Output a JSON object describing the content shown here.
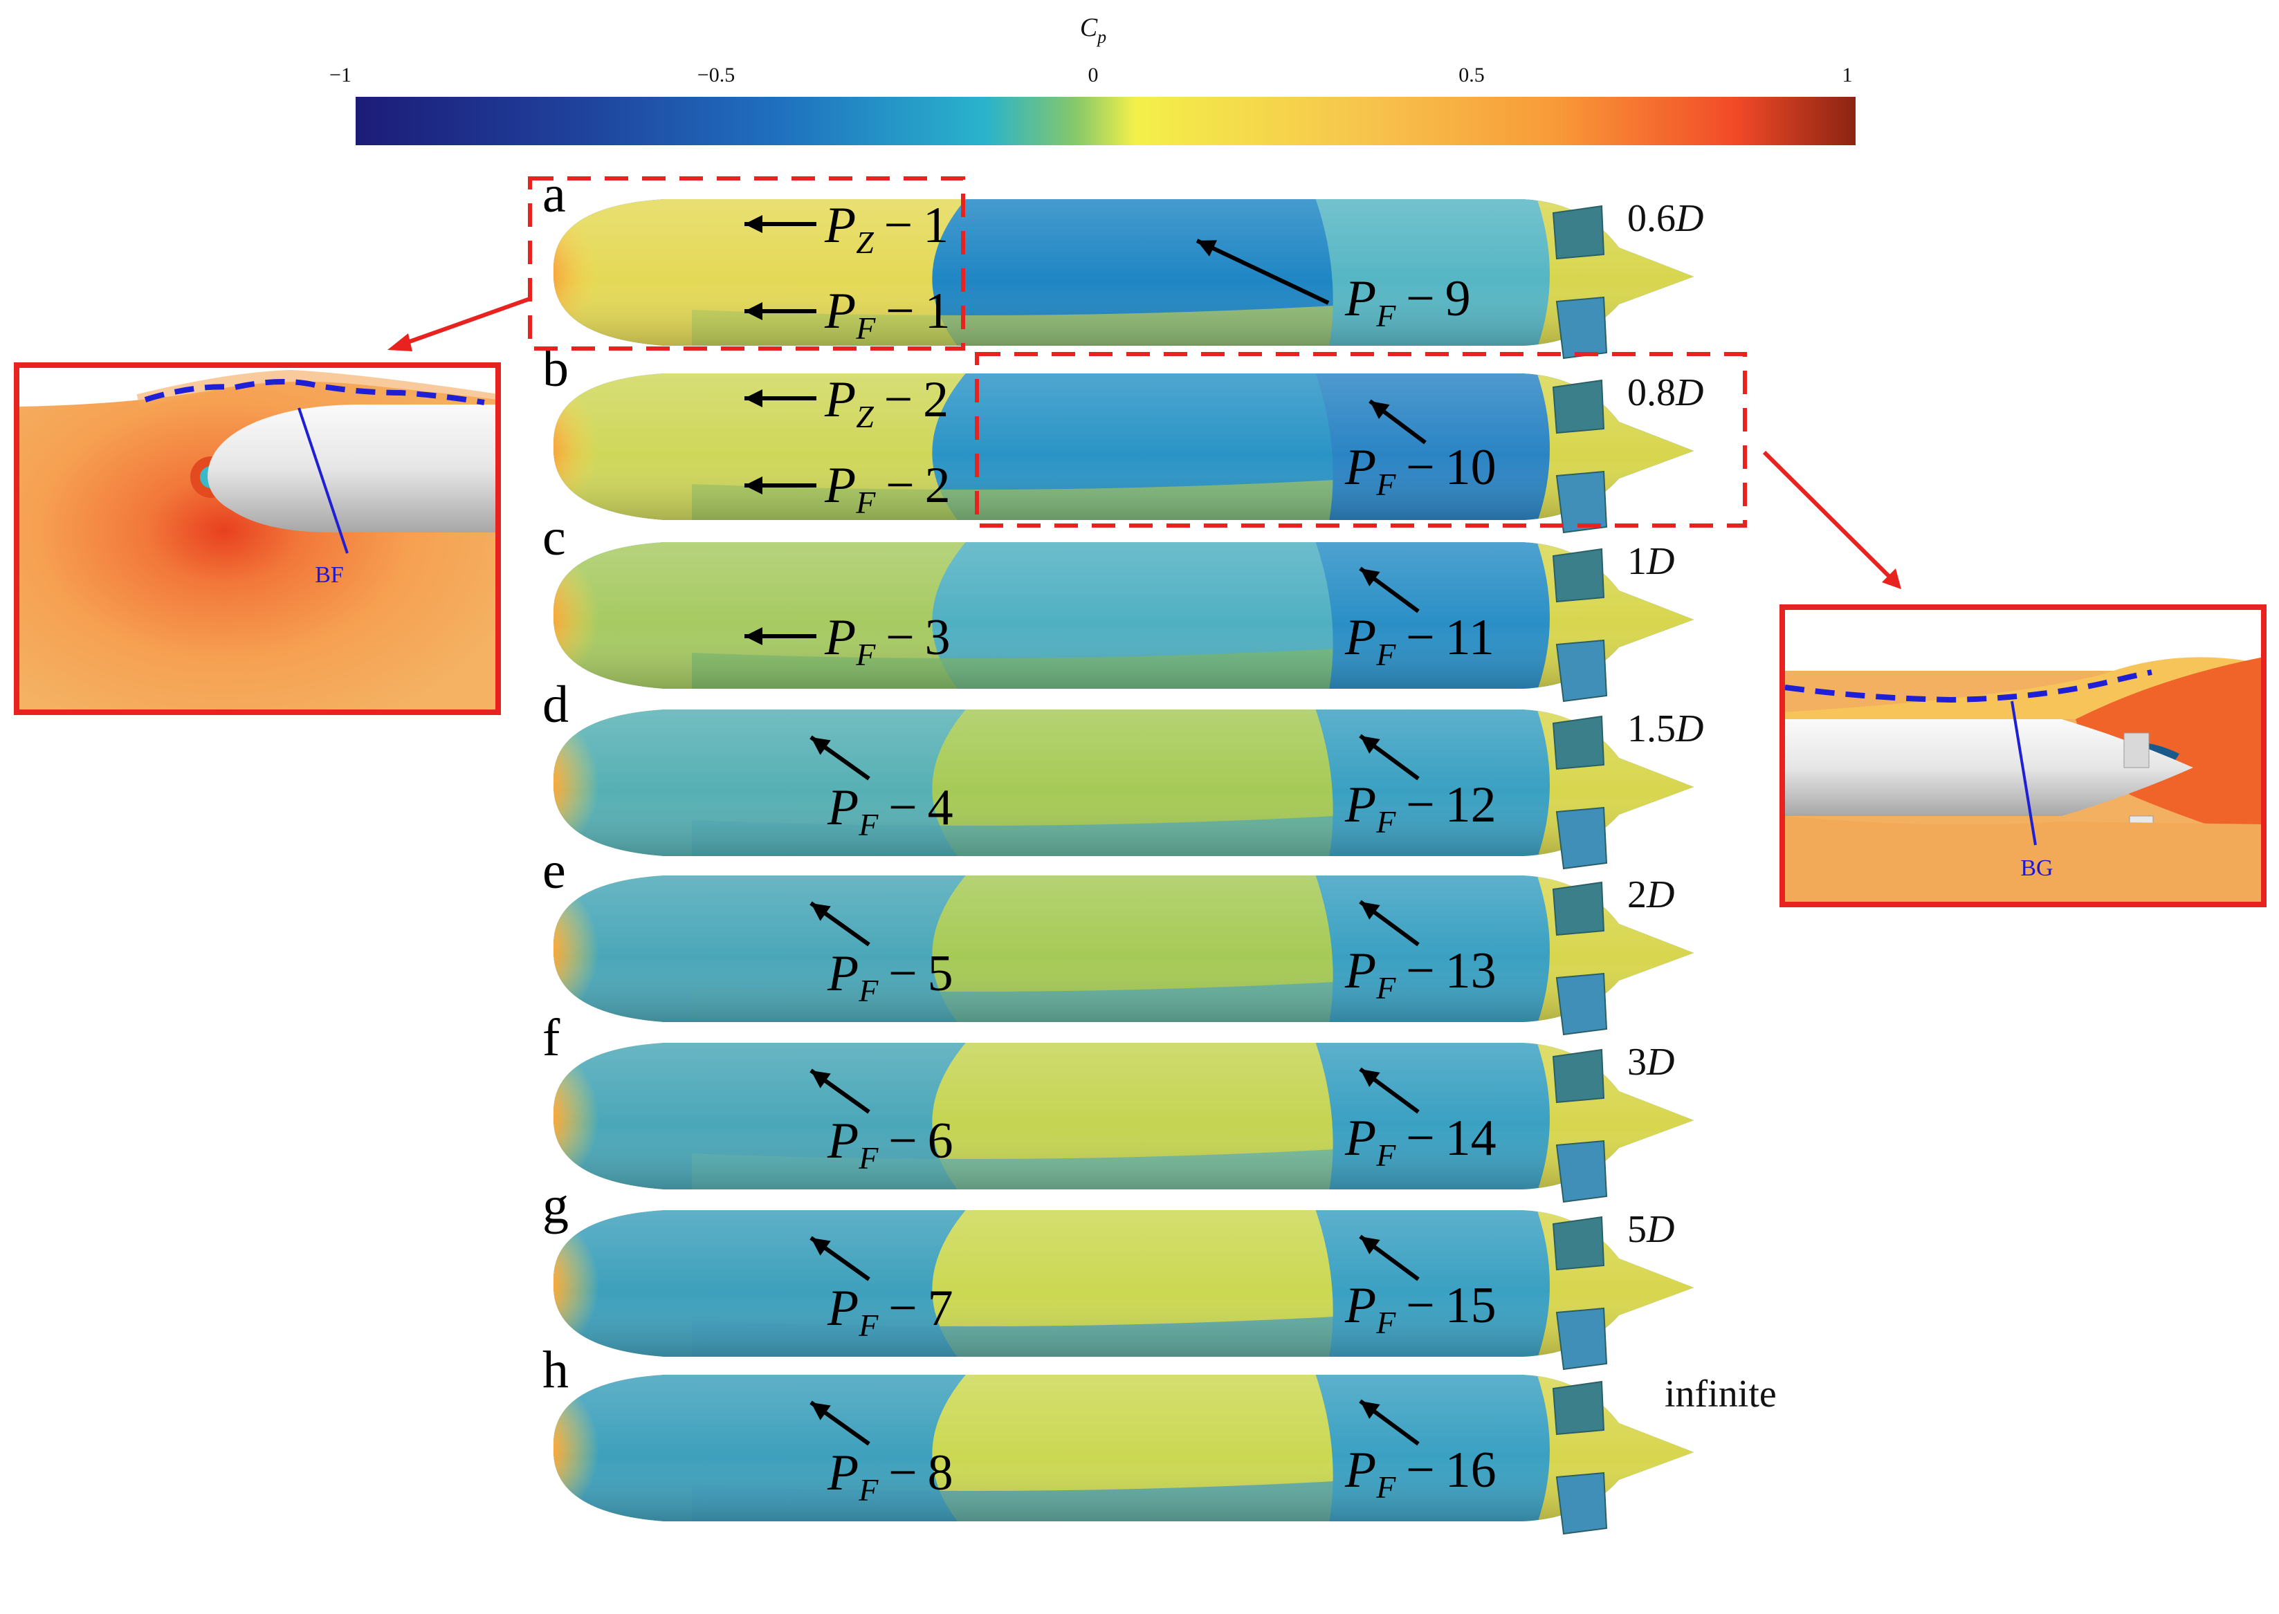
{
  "colorbar": {
    "title": "C",
    "title_sub": "p",
    "ticks": [
      "−1",
      "−0.5",
      "0",
      "0.5",
      "1"
    ],
    "range": [
      -1,
      1
    ],
    "colors": [
      "#1c1c78",
      "#1f5fb8",
      "#2aa7c9",
      "#8ccb6a",
      "#f4f04a",
      "#f7b244",
      "#f4542a",
      "#8b2412"
    ]
  },
  "panels": [
    {
      "letter": "a",
      "depth": "0.6D",
      "labels": [
        {
          "pre": "P",
          "sub": "Z",
          "num": "1"
        },
        {
          "pre": "P",
          "sub": "F",
          "num": "1"
        },
        {
          "pre": "P",
          "sub": "F",
          "num": "9"
        }
      ]
    },
    {
      "letter": "b",
      "depth": "0.8D",
      "labels": [
        {
          "pre": "P",
          "sub": "Z",
          "num": "2"
        },
        {
          "pre": "P",
          "sub": "F",
          "num": "2"
        },
        {
          "pre": "P",
          "sub": "F",
          "num": "10"
        }
      ]
    },
    {
      "letter": "c",
      "depth": "1D",
      "labels": [
        {
          "pre": "P",
          "sub": "F",
          "num": "3"
        },
        {
          "pre": "P",
          "sub": "F",
          "num": "11"
        }
      ]
    },
    {
      "letter": "d",
      "depth": "1.5D",
      "labels": [
        {
          "pre": "P",
          "sub": "F",
          "num": "4"
        },
        {
          "pre": "P",
          "sub": "F",
          "num": "12"
        }
      ]
    },
    {
      "letter": "e",
      "depth": "2D",
      "labels": [
        {
          "pre": "P",
          "sub": "F",
          "num": "5"
        },
        {
          "pre": "P",
          "sub": "F",
          "num": "13"
        }
      ]
    },
    {
      "letter": "f",
      "depth": "3D",
      "labels": [
        {
          "pre": "P",
          "sub": "F",
          "num": "6"
        },
        {
          "pre": "P",
          "sub": "F",
          "num": "14"
        }
      ]
    },
    {
      "letter": "g",
      "depth": "5D",
      "labels": [
        {
          "pre": "P",
          "sub": "F",
          "num": "7"
        },
        {
          "pre": "P",
          "sub": "F",
          "num": "15"
        }
      ]
    },
    {
      "letter": "h",
      "depth": "infinite",
      "labels": [
        {
          "pre": "P",
          "sub": "F",
          "num": "8"
        },
        {
          "pre": "P",
          "sub": "F",
          "num": "16"
        }
      ]
    }
  ],
  "insets": {
    "left_label": "BF",
    "right_label": "BG"
  },
  "accent_colors": {
    "frame": "#e8231f",
    "free_surface": "#1f1fd6"
  }
}
